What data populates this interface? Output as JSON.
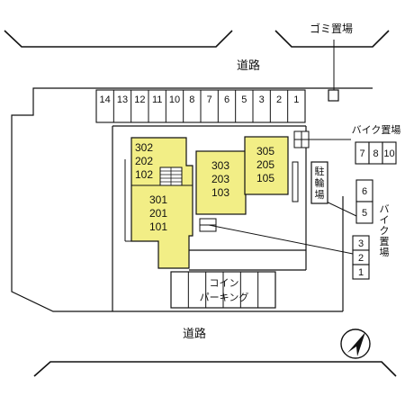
{
  "labels": {
    "garbage": "ゴミ置場",
    "road_top": "道路",
    "road_bottom": "道路",
    "bike_top": "バイク置場",
    "bike_right": "バイク置場",
    "bicycle": "駐輪場",
    "coin_parking_1": "コイン",
    "coin_parking_2": "パーキング"
  },
  "parking": {
    "top_row": [
      "14",
      "13",
      "12",
      "11",
      "10",
      "8",
      "7",
      "6",
      "5",
      "3",
      "2",
      "1"
    ],
    "bike_top_slots": [
      "7",
      "8",
      "10"
    ],
    "bike_right_upper": [
      "6",
      "5"
    ],
    "bike_right_lower": [
      "3",
      "2",
      "1"
    ]
  },
  "buildings": {
    "left_upper": [
      "302",
      "202",
      "102"
    ],
    "left_lower": [
      "301",
      "201",
      "101"
    ],
    "middle": [
      "303",
      "203",
      "103"
    ],
    "right": [
      "305",
      "205",
      "105"
    ]
  },
  "colors": {
    "building": "#f2ee86",
    "line": "#111111"
  },
  "compass": "north-arrow-icon"
}
